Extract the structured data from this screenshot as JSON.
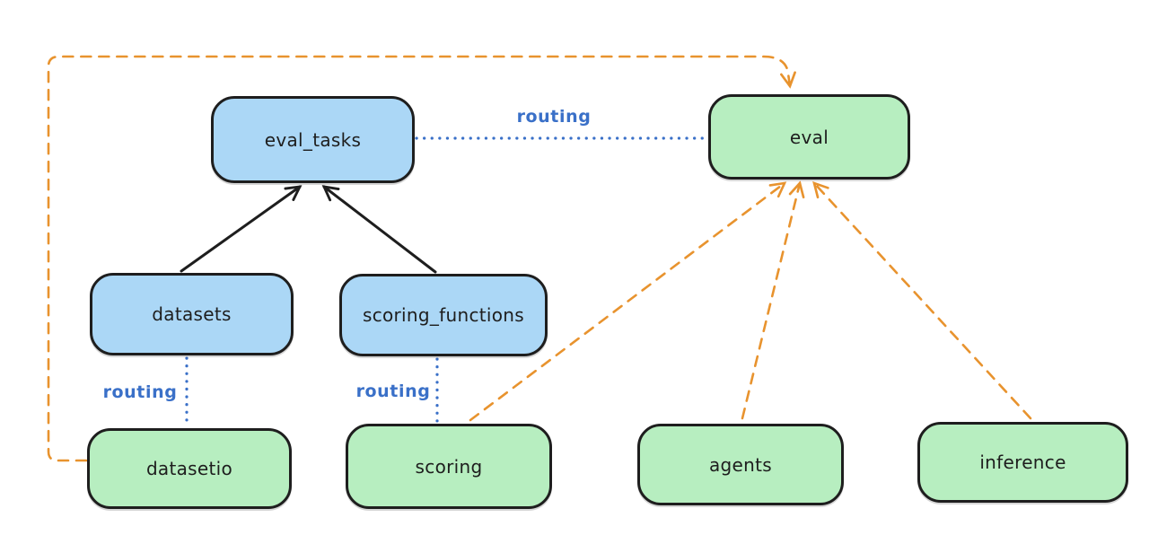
{
  "diagram_type": "architecture-graph",
  "colors": {
    "background": "#ffffff",
    "node_blue_fill": "#abd7f6",
    "node_green_fill": "#b7eec0",
    "node_stroke": "#1e1e1e",
    "routing_blue": "#3a70c8",
    "dashed_orange": "#e8932e",
    "solid_arrow_black": "#1e1e1e"
  },
  "nodes": {
    "eval_tasks": {
      "label": "eval_tasks",
      "color": "blue"
    },
    "eval": {
      "label": "eval",
      "color": "green"
    },
    "datasets": {
      "label": "datasets",
      "color": "blue"
    },
    "scoring_functions": {
      "label": "scoring_functions",
      "color": "blue"
    },
    "datasetio": {
      "label": "datasetio",
      "color": "green"
    },
    "scoring": {
      "label": "scoring",
      "color": "green"
    },
    "agents": {
      "label": "agents",
      "color": "green"
    },
    "inference": {
      "label": "inference",
      "color": "green"
    }
  },
  "edge_labels": {
    "eval_tasks_eval": "routing",
    "datasets_datasetio": "routing",
    "scoring_functions_scoring": "routing"
  },
  "edges": [
    {
      "from": "datasets",
      "to": "eval_tasks",
      "style": "solid-arrow",
      "color": "black"
    },
    {
      "from": "scoring_functions",
      "to": "eval_tasks",
      "style": "solid-arrow",
      "color": "black"
    },
    {
      "from": "eval_tasks",
      "to": "eval",
      "style": "dotted",
      "color": "blue",
      "label": "routing"
    },
    {
      "from": "datasets",
      "to": "datasetio",
      "style": "dotted",
      "color": "blue",
      "label": "routing"
    },
    {
      "from": "scoring_functions",
      "to": "scoring",
      "style": "dotted",
      "color": "blue",
      "label": "routing"
    },
    {
      "from": "datasetio",
      "to": "eval",
      "style": "dashed-arrow",
      "color": "orange"
    },
    {
      "from": "scoring",
      "to": "eval",
      "style": "dashed-arrow",
      "color": "orange"
    },
    {
      "from": "agents",
      "to": "eval",
      "style": "dashed-arrow",
      "color": "orange"
    },
    {
      "from": "inference",
      "to": "eval",
      "style": "dashed-arrow",
      "color": "orange"
    }
  ]
}
